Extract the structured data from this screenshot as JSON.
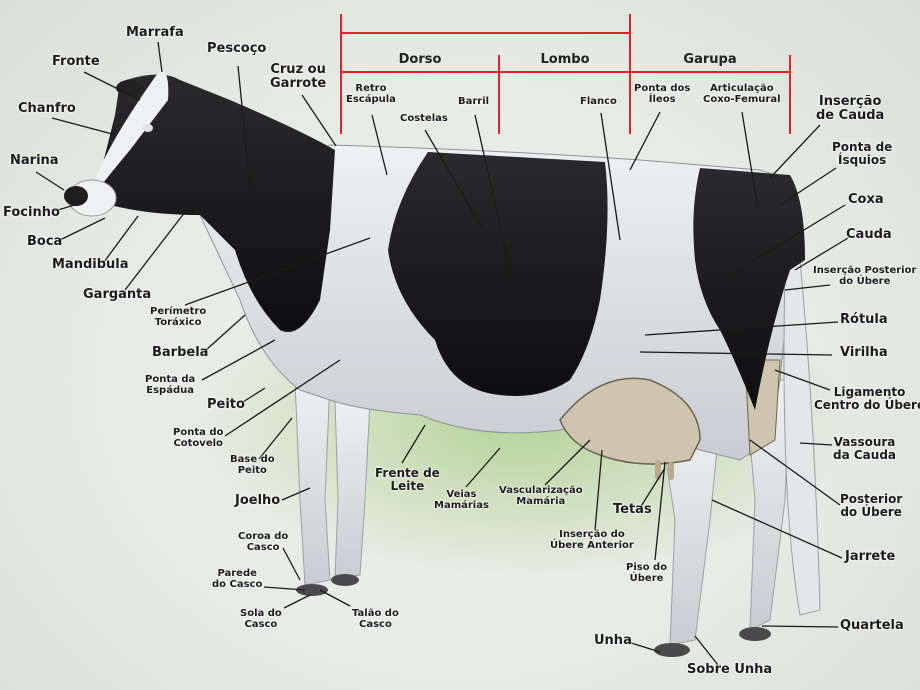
{
  "diagram": {
    "subject": "Holstein dairy cow anatomy",
    "colors": {
      "bracket_red": "#e8202a",
      "leader_line": "#1a1a1a",
      "cow_black": "#151515",
      "cow_white": "#dfe3e6",
      "udder": "#cfc4ae",
      "grass": "#8bc34a"
    },
    "top_regions": [
      {
        "id": "dorso",
        "label": "Dorso"
      },
      {
        "id": "lombo",
        "label": "Lombo"
      },
      {
        "id": "garupa",
        "label": "Garupa"
      }
    ],
    "labels": {
      "marrafa": "Marrafa",
      "fronte": "Fronte",
      "pescoco": "Pescoço",
      "cruz": "Cruz ou\nGarrote",
      "chanfro": "Chanfro",
      "narina": "Narina",
      "focinho": "Focinho",
      "boca": "Boca",
      "mandibula": "Mandibula",
      "garganta": "Garganta",
      "perimetro": "Perímetro\nToráxico",
      "barbela": "Barbela",
      "ponta_espadua": "Ponta da\nEspádua",
      "peito": "Peito",
      "ponta_cotovelo": "Ponta do\nCotovelo",
      "base_peito": "Base do\nPeito",
      "joelho": "Joelho",
      "coroa_casco": "Coroa do\nCasco",
      "parede_casco": "Parede\ndo Casco",
      "sola_casco": "Sola do\nCasco",
      "talao_casco": "Talão do\nCasco",
      "retro_escapula": "Retro\nEscápula",
      "costelas": "Costelas",
      "barril": "Barril",
      "flanco": "Flanco",
      "ponta_ileos": "Ponta dos\nÍleos",
      "articulacao": "Articulação\nCoxo-Femural",
      "insercao_cauda": "Inserção\nde Cauda",
      "ponta_isquios": "Ponta de\nÍsquios",
      "coxa": "Coxa",
      "cauda": "Cauda",
      "insercao_posterior": "Inserção Posterior\ndo Úbere",
      "rotula": "Rótula",
      "virilha": "Virilha",
      "ligamento": "Ligamento\nCentro do Úbere",
      "vassoura": "Vassoura\nda Cauda",
      "posterior_ubere": "Posterior\ndo Úbere",
      "jarrete": "Jarrete",
      "quartela": "Quartela",
      "frente_leite": "Frente de\nLeite",
      "veias": "Veias\nMamárias",
      "vascularizacao": "Vascularização\nMamária",
      "insercao_anterior": "Inserção do\nÚbere Anterior",
      "tetas": "Tetas",
      "piso_ubere": "Piso do\nÚbere",
      "unha": "Unha",
      "sobre_unha": "Sobre Unha"
    }
  }
}
